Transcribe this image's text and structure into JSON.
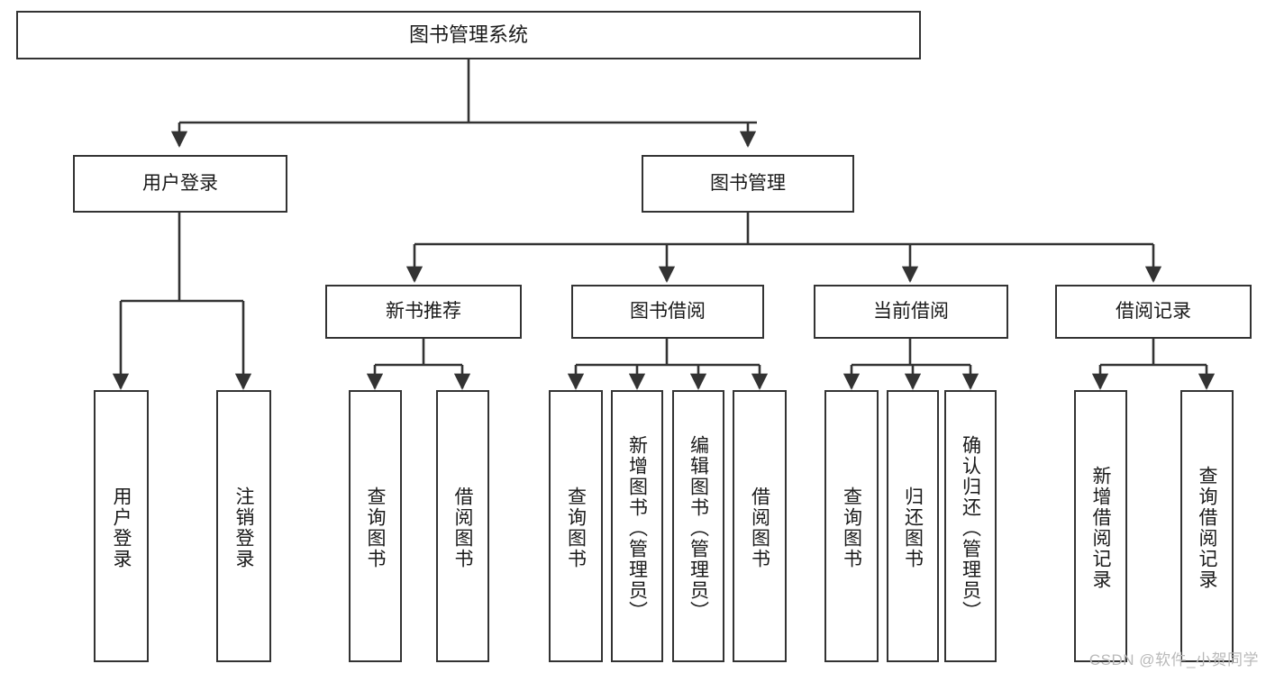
{
  "diagram": {
    "title": "图书管理系统",
    "type": "tree-hierarchy-diagram",
    "root": {
      "label": "图书管理系统"
    },
    "level2": [
      {
        "label": "用户登录"
      },
      {
        "label": "图书管理"
      }
    ],
    "level3": [
      {
        "label": "新书推荐"
      },
      {
        "label": "图书借阅"
      },
      {
        "label": "当前借阅"
      },
      {
        "label": "借阅记录"
      }
    ],
    "leaves": {
      "user_login": [
        {
          "label": "用户登录"
        },
        {
          "label": "注销登录"
        }
      ],
      "new_book": [
        {
          "label": "查询图书"
        },
        {
          "label": "借阅图书"
        }
      ],
      "book_borrow": [
        {
          "label": "查询图书"
        },
        {
          "label": "新增图书（管理员）"
        },
        {
          "label": "编辑图书（管理员）"
        },
        {
          "label": "借阅图书"
        }
      ],
      "current_borrow": [
        {
          "label": "查询图书"
        },
        {
          "label": "归还图书"
        },
        {
          "label": "确认归还（管理员）"
        }
      ],
      "borrow_record": [
        {
          "label": "新增借阅记录"
        },
        {
          "label": "查询借阅记录"
        }
      ]
    }
  },
  "watermark": {
    "text": "CSDN @软件_小贺同学"
  },
  "colors": {
    "border": "#333333",
    "text": "#1a1a1a",
    "background": "#ffffff",
    "connector": "#333333",
    "watermark": "#b9b9b9"
  }
}
